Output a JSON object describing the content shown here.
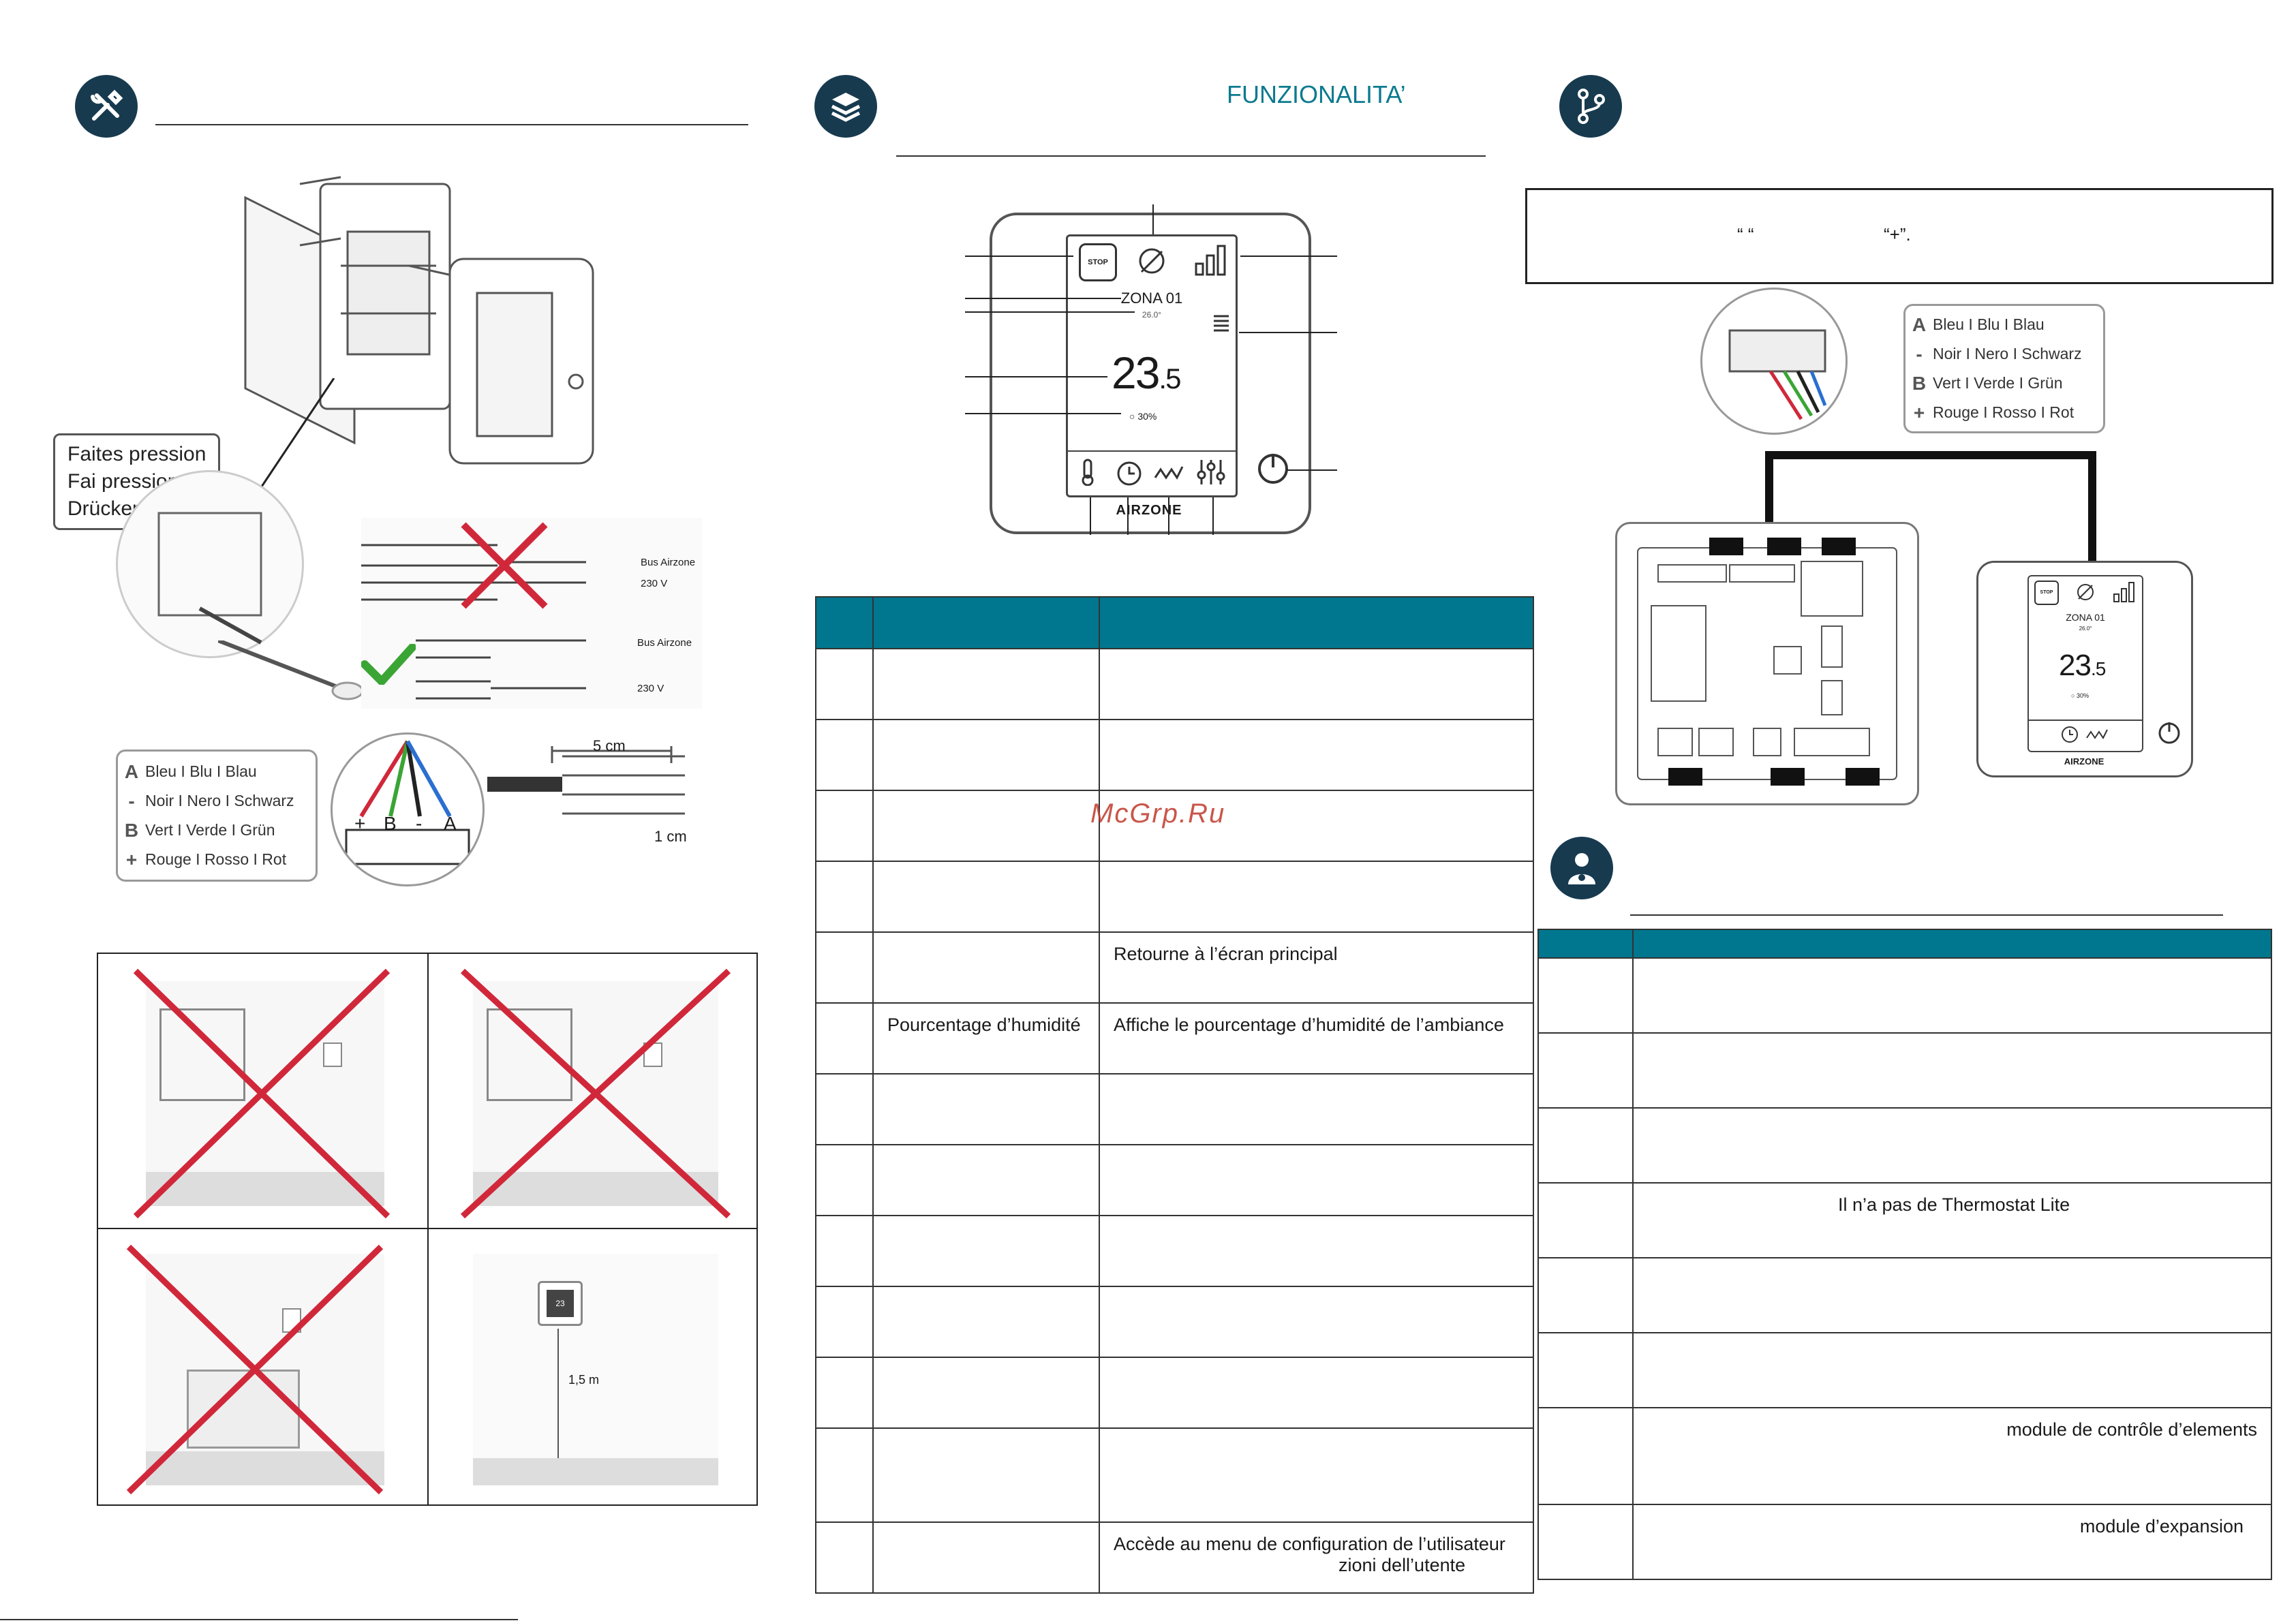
{
  "left": {
    "legend": [
      {
        "sym": "A",
        "text": "Bleu I Blu I Blau"
      },
      {
        "sym": "-",
        "text": "Noir I Nero I Schwarz"
      },
      {
        "sym": "B",
        "text": "Vert I Verde I Grün"
      },
      {
        "sym": "+",
        "text": "Rouge I Rosso I Rot"
      }
    ],
    "callout": [
      "Faites pression",
      "Fai pressione",
      "Drücken sie"
    ],
    "cable_labels": {
      "bus": "Bus Airzone",
      "v230": "230 V"
    },
    "wire_lengths": {
      "long": "5 cm",
      "short": "1 cm"
    },
    "terminal_labels": [
      "+",
      "B",
      "-",
      "A"
    ],
    "height_label": "1,5 m",
    "thermo_small_temp": "23"
  },
  "middle": {
    "title": "FUNZIONALITA’",
    "screen": {
      "zone": "ZONA 01",
      "setpoint": "26.0°",
      "temp_int": "23",
      "temp_dec": ".5",
      "humidity": "30%",
      "stop": "STOP",
      "brand": "AIRZONE"
    },
    "rows": [
      {
        "name": "",
        "desc": ""
      },
      {
        "name": "",
        "desc": ""
      },
      {
        "name": "",
        "desc": ""
      },
      {
        "name": "",
        "desc": ""
      },
      {
        "name": "",
        "desc": "Retourne à l’écran principal"
      },
      {
        "name": "Pourcentage d’humidité",
        "desc": "Affiche le pourcentage d’humidité de l’ambiance"
      },
      {
        "name": "",
        "desc": ""
      },
      {
        "name": "",
        "desc": ""
      },
      {
        "name": "",
        "desc": ""
      },
      {
        "name": "",
        "desc": ""
      },
      {
        "name": "",
        "desc": ""
      },
      {
        "name": "",
        "desc": ""
      },
      {
        "name": "",
        "desc": "Accède au menu de configuration de l’utilisateur",
        "desc2": "zioni dell’utente"
      }
    ],
    "watermark": "McGrp.Ru"
  },
  "right": {
    "notice": {
      "q1": "“ “",
      "q2": "“+”."
    },
    "legend": [
      {
        "sym": "A",
        "text": "Bleu I Blu I Blau"
      },
      {
        "sym": "-",
        "text": "Noir I Nero I Schwarz"
      },
      {
        "sym": "B",
        "text": "Vert I Verde I Grün"
      },
      {
        "sym": "+",
        "text": "Rouge I Rosso I Rot"
      }
    ],
    "screen": {
      "zone": "ZONA 01",
      "setpoint": "26.0°",
      "temp_int": "23",
      "temp_dec": ".5",
      "humidity": "30%",
      "stop": "STOP",
      "brand": "AIRZONE"
    },
    "rows": [
      {
        "code": "",
        "desc": ""
      },
      {
        "code": "",
        "desc": ""
      },
      {
        "code": "",
        "desc": ""
      },
      {
        "code": "",
        "desc": "Il n’a pas de Thermostat Lite"
      },
      {
        "code": "",
        "desc": ""
      },
      {
        "code": "",
        "desc": ""
      },
      {
        "code": "",
        "desc": "module de contrôle d’elements"
      },
      {
        "code": "",
        "desc": "module d’expansion"
      }
    ]
  },
  "colors": {
    "badge": "#173a4f",
    "teal": "#00778e",
    "title": "#0b7a8f",
    "cross": "#d0283a",
    "check": "#3aa535"
  }
}
